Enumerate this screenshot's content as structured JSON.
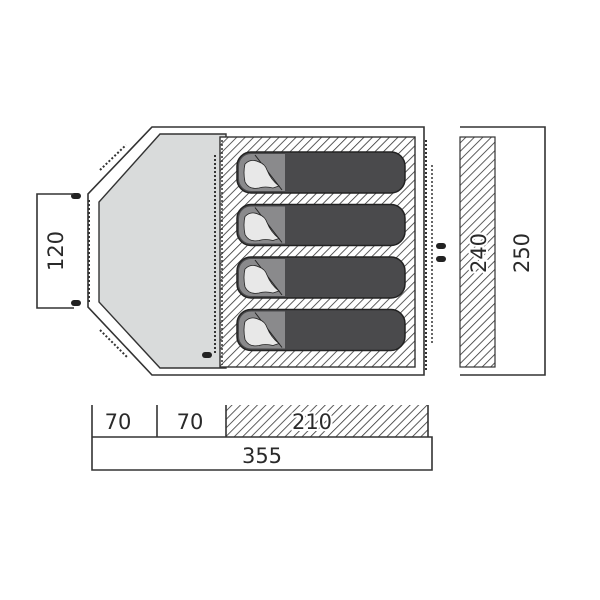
{
  "diagram": {
    "type": "tent floor plan",
    "sleeping_places": 4,
    "dimensions": {
      "door_width": "120",
      "inner_width": "240",
      "outer_width": "250",
      "vestibule_front": "70",
      "vestibule_middle": "70",
      "inner_length": "210",
      "total_length": "355"
    }
  },
  "colors": {
    "outline": "#333333",
    "vestibule_fill": "#d9dbdb",
    "sleeping_bag": "#4a4a4c",
    "sleeping_bag_head": "#8a8a8c",
    "pillow": "#e8e8e8"
  }
}
